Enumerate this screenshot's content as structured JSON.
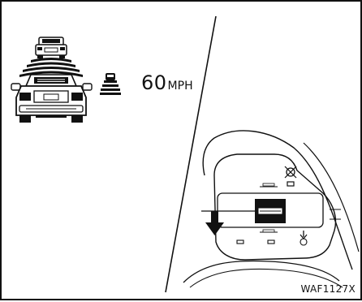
{
  "speed": {
    "value": "60",
    "unit": "MPH"
  },
  "figure": {
    "code": "WAF1127X"
  },
  "icons": {
    "set_speed_indicator": "vehicle-ahead-icon",
    "set_button": "down-arrow-icon",
    "switch": "steering-wheel-switch-icon"
  }
}
